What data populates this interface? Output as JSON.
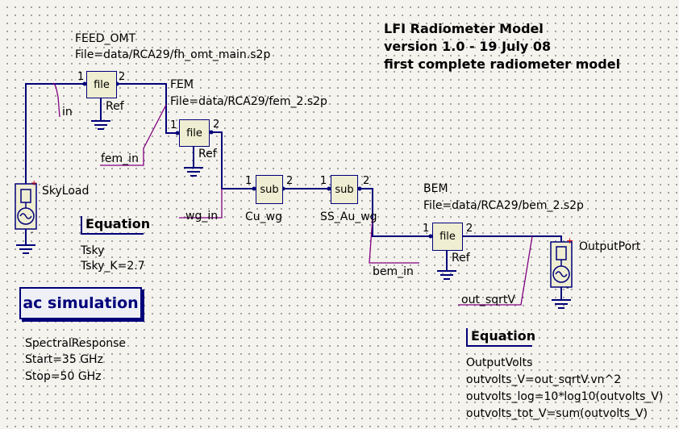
{
  "title": {
    "line1": "LFI Radiometer Model",
    "line2": "version 1.0 - 19 July 08",
    "line3": "first complete radiometer model"
  },
  "components": {
    "feed_omt": {
      "name": "FEED_OMT",
      "file": "File=data/RCA29/fh_omt_main.s2p",
      "box": "file",
      "pin1": "1",
      "pin2": "2",
      "ref": "Ref"
    },
    "fem": {
      "name": "FEM",
      "file": "File=data/RCA29/fem_2.s2p",
      "box": "file",
      "pin1": "1",
      "pin2": "2",
      "ref": "Ref"
    },
    "cu_wg": {
      "name": "Cu_wg",
      "box": "sub",
      "pin1": "1",
      "pin2": "2"
    },
    "ss_au_wg": {
      "name": "SS_Au_wg",
      "box": "sub",
      "pin1": "1",
      "pin2": "2"
    },
    "bem": {
      "name": "BEM",
      "file": "File=data/RCA29/bem_2.s2p",
      "box": "file",
      "pin1": "1",
      "pin2": "2",
      "ref": "Ref"
    },
    "skyload": {
      "name": "SkyLoad"
    },
    "outputport": {
      "name": "OutputPort"
    }
  },
  "nodes": {
    "in": "in",
    "fem_in": "fem_in",
    "wg_in": "wg_in",
    "bem_in": "bem_in",
    "out_sqrtV": "out_sqrtV"
  },
  "equation1": {
    "title": "Equation",
    "name": "Tsky",
    "lines": [
      "Tsky_K=2.7"
    ]
  },
  "simulation": {
    "label": "ac simulation",
    "name": "SpectralResponse",
    "start": "Start=35 GHz",
    "stop": "Stop=50 GHz"
  },
  "equation2": {
    "title": "Equation",
    "name": "OutputVolts",
    "lines": [
      "outvolts_V=out_sqrtV.vn^2",
      "outvolts_log=10*log10(outvolts_V)",
      "outvolts_tot_V=sum(outvolts_V)"
    ]
  },
  "colors": {
    "wire": "#00007a",
    "label_wire": "#800080",
    "port_red": "#cc0000",
    "box_fill": "#efeed2"
  }
}
